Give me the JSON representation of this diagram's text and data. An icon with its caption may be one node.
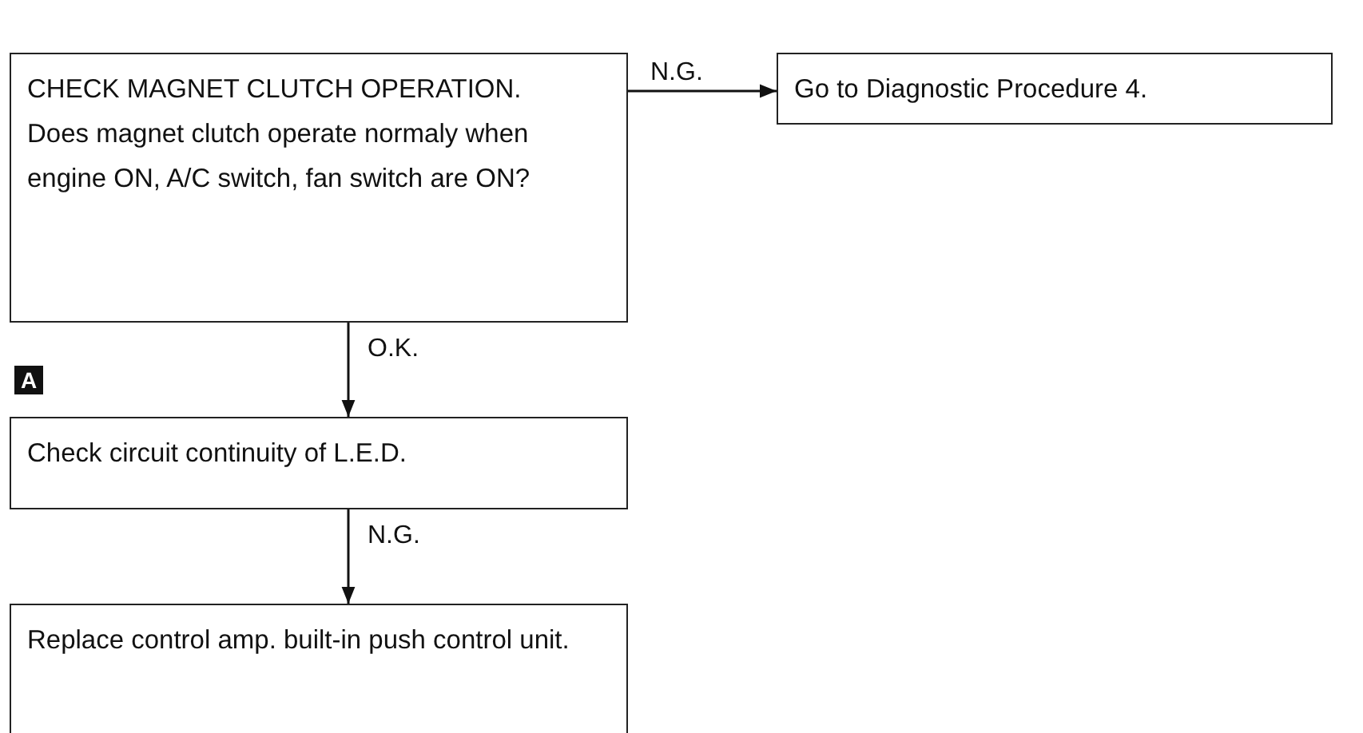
{
  "diagram": {
    "nodes": [
      {
        "text": [
          "CHECK MAGNET CLUTCH OPERATION.",
          "Does magnet clutch operate normaly when engine ON, A/C switch, fan switch are ON?"
        ]
      },
      {
        "text": [
          "Go to Diagnostic Procedure 4."
        ]
      },
      {
        "text": [
          "Check circuit continuity of L.E.D."
        ]
      },
      {
        "text": [
          "Replace control amp. built-in push control unit."
        ]
      }
    ],
    "edges": [
      {
        "from": 0,
        "to": 1,
        "arrow": "to",
        "label": "N.G."
      },
      {
        "from": 0,
        "to": 2,
        "arrow": "to",
        "label": "O.K."
      },
      {
        "from": 2,
        "to": 3,
        "arrow": "to",
        "label": "N.G."
      }
    ],
    "labels": [
      "A"
    ]
  }
}
